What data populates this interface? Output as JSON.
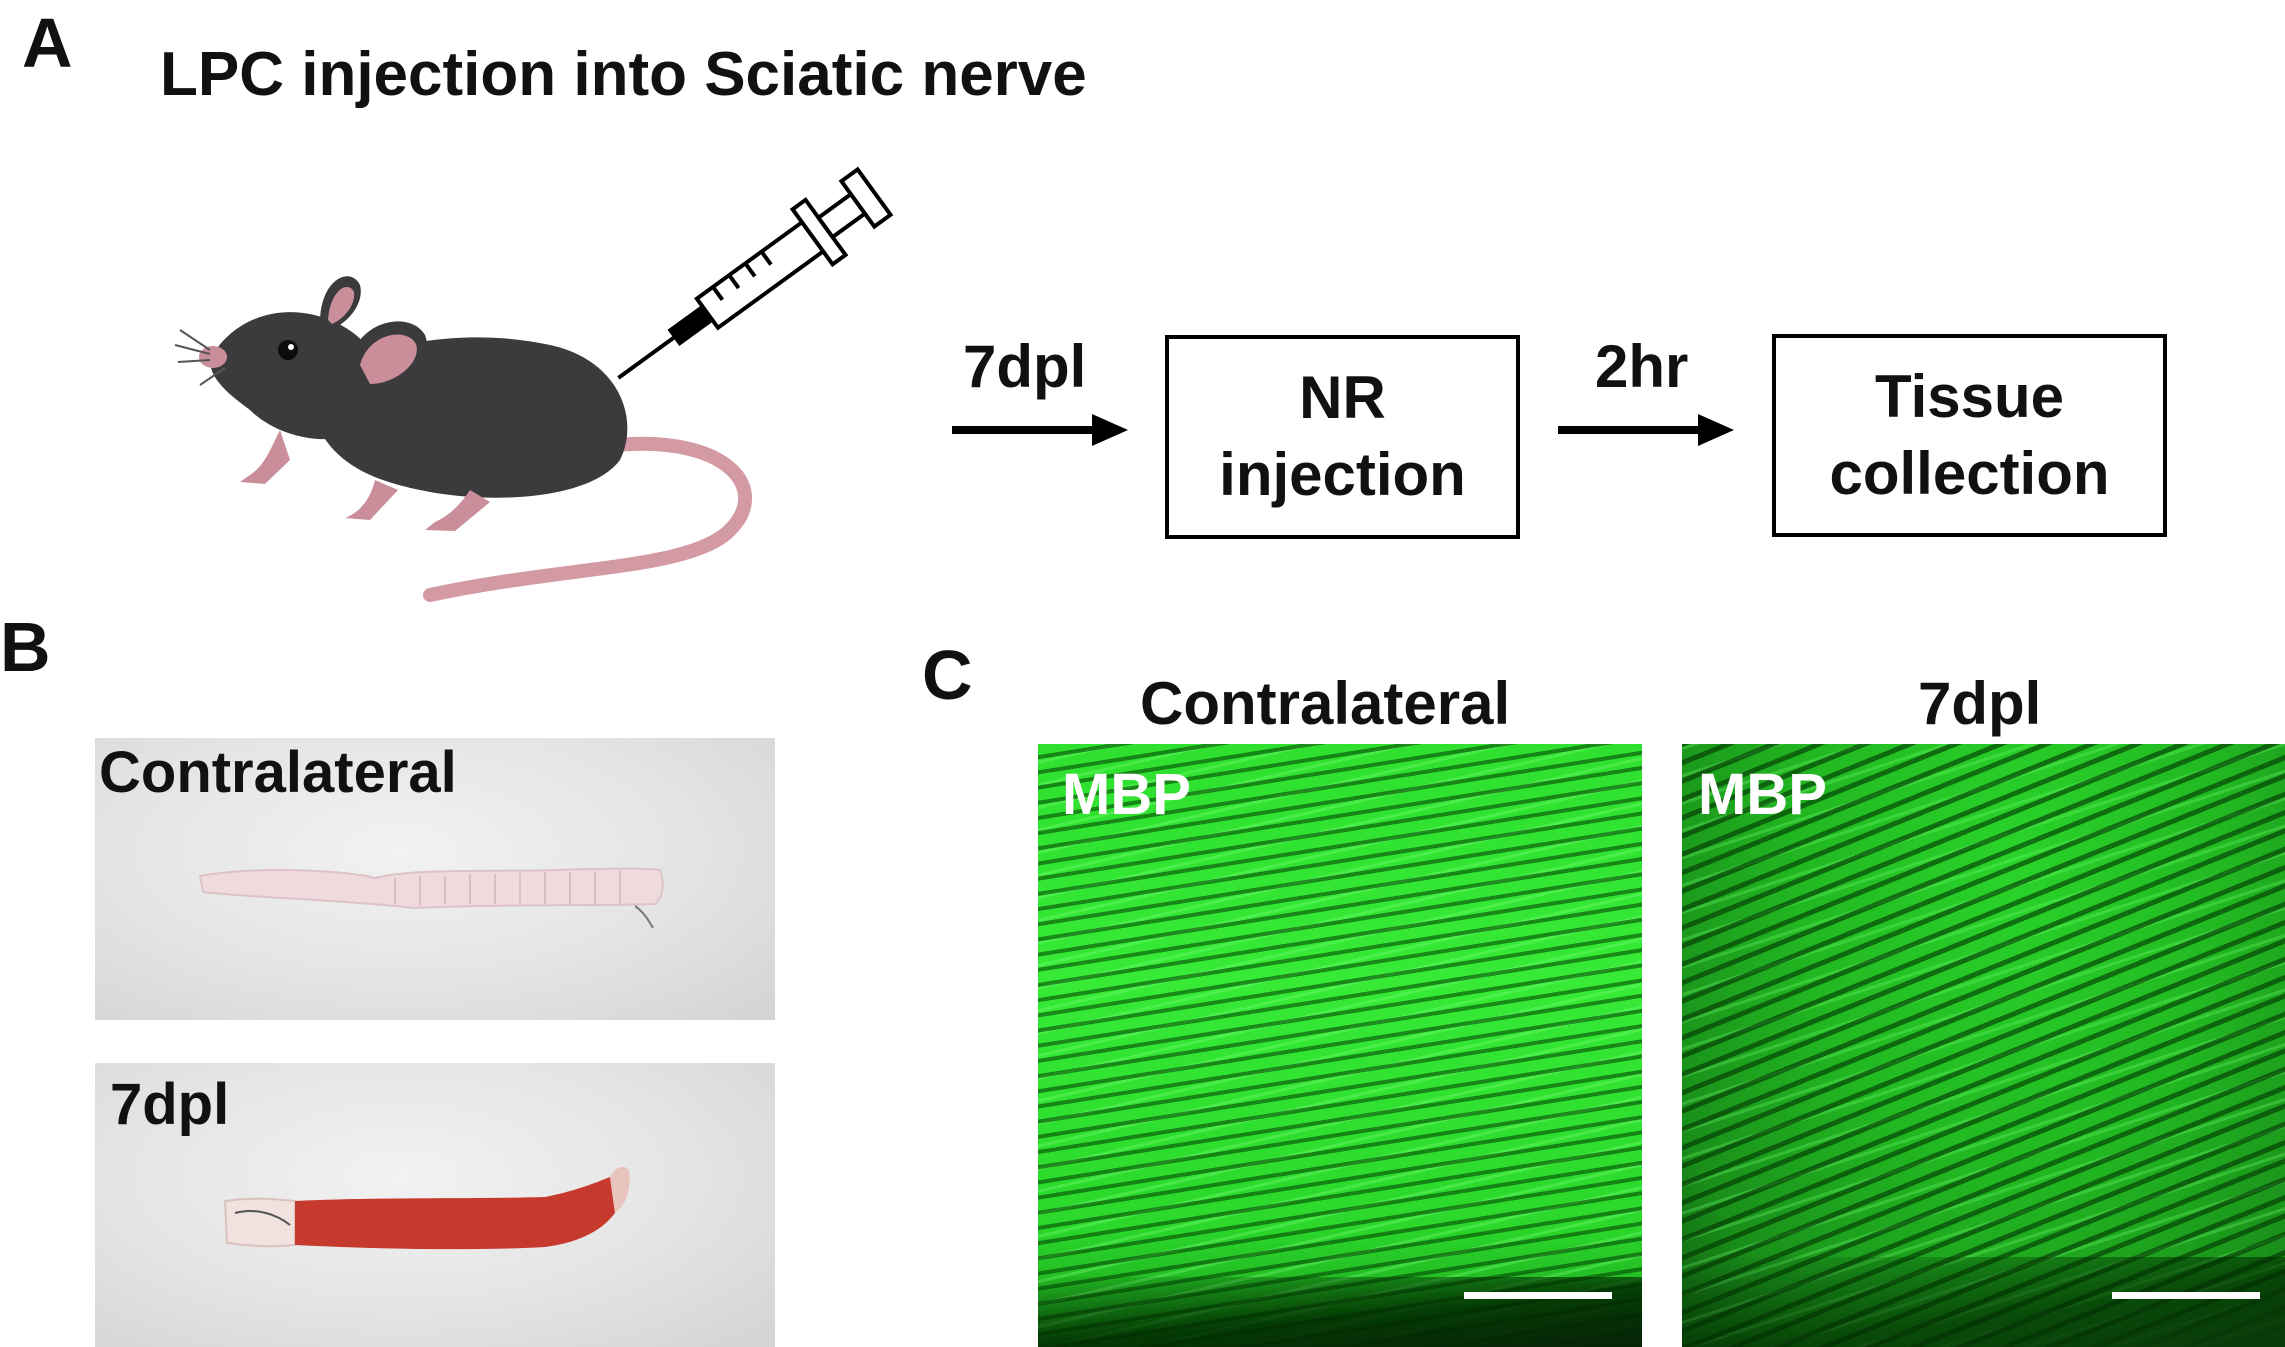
{
  "panels": {
    "a": {
      "letter": "A",
      "title": "LPC injection into Sciatic nerve",
      "steps": [
        {
          "arrow_label": "7dpl",
          "box_lines": [
            "NR",
            "injection"
          ]
        },
        {
          "arrow_label": "2hr",
          "box_lines": [
            "Tissue",
            "collection"
          ]
        }
      ],
      "icons": [
        "mouse-illustration",
        "syringe-icon",
        "arrow-right-icon"
      ]
    },
    "b": {
      "letter": "B",
      "photos": [
        {
          "label": "Contralateral",
          "tissue_color": "#f0d9dc"
        },
        {
          "label": "7dpl",
          "tissue_color": "#c63a2e"
        }
      ]
    },
    "c": {
      "letter": "C",
      "images": [
        {
          "column_label": "Contralateral",
          "stain_label": "MBP",
          "signal_color": "#2ee02e"
        },
        {
          "column_label": "7dpl",
          "stain_label": "MBP",
          "signal_color": "#22b822"
        }
      ]
    }
  },
  "colors": {
    "mouse_body": "#3b3b3d",
    "mouse_pink": "#c98e99",
    "tail": "#d49aa4",
    "micro_green": "#2ee02e",
    "text": "#111111"
  }
}
